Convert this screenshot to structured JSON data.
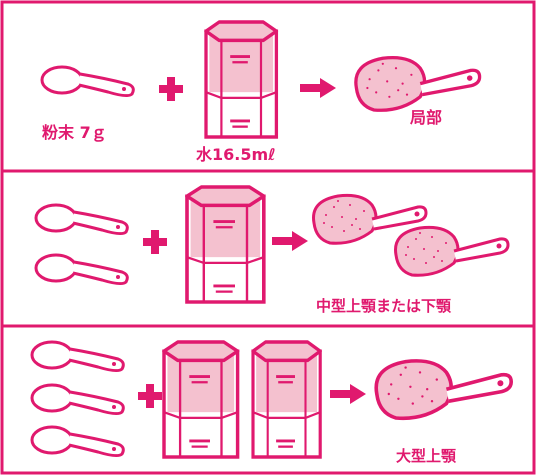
{
  "colors": {
    "accent": "#e0196e",
    "fill": "#f4c1cf",
    "bg": "#ffffff"
  },
  "rows": [
    {
      "powder_label": "粉末 7ｇ",
      "water_label": "水16.5mℓ",
      "result_label": "局部",
      "scoops": 1,
      "cups": 1
    },
    {
      "result_label": "中型上顎または下顎",
      "scoops": 2,
      "cups": 1
    },
    {
      "result_label": "大型上顎",
      "scoops": 3,
      "cups": 2
    }
  ]
}
